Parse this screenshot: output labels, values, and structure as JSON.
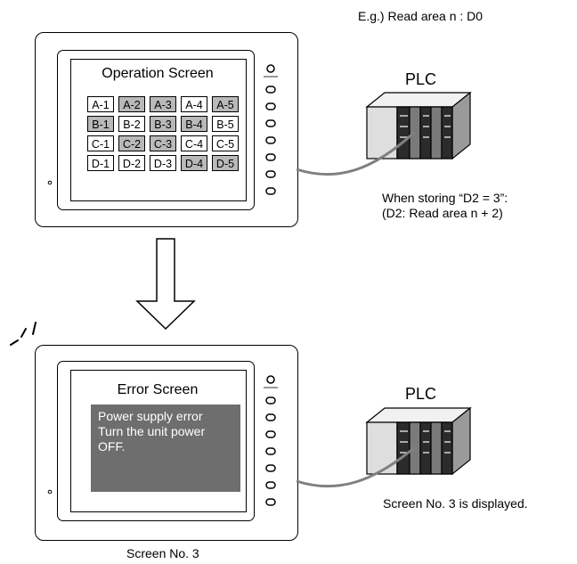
{
  "note_read_area": "E.g.) Read area n : D0",
  "top": {
    "screen_title": "Operation Screen",
    "plc_label": "PLC",
    "caption_line1": "When storing “D2 = 3”:",
    "caption_line2": "(D2: Read area n + 2)",
    "buttons": [
      {
        "label": "A-1",
        "highlighted": false
      },
      {
        "label": "A-2",
        "highlighted": true
      },
      {
        "label": "A-3",
        "highlighted": true
      },
      {
        "label": "A-4",
        "highlighted": false
      },
      {
        "label": "A-5",
        "highlighted": true
      },
      {
        "label": "B-1",
        "highlighted": true
      },
      {
        "label": "B-2",
        "highlighted": false
      },
      {
        "label": "B-3",
        "highlighted": true
      },
      {
        "label": "B-4",
        "highlighted": true
      },
      {
        "label": "B-5",
        "highlighted": false
      },
      {
        "label": "C-1",
        "highlighted": false
      },
      {
        "label": "C-2",
        "highlighted": true
      },
      {
        "label": "C-3",
        "highlighted": true
      },
      {
        "label": "C-4",
        "highlighted": false
      },
      {
        "label": "C-5",
        "highlighted": false
      },
      {
        "label": "D-1",
        "highlighted": false
      },
      {
        "label": "D-2",
        "highlighted": false
      },
      {
        "label": "D-3",
        "highlighted": false
      },
      {
        "label": "D-4",
        "highlighted": true
      },
      {
        "label": "D-5",
        "highlighted": true
      }
    ]
  },
  "bottom": {
    "screen_title": "Error Screen",
    "error_message": "Power supply error\nTurn the unit power\nOFF.",
    "plc_label": "PLC",
    "caption": "Screen No. 3 is displayed.",
    "panel_caption": "Screen No. 3"
  }
}
